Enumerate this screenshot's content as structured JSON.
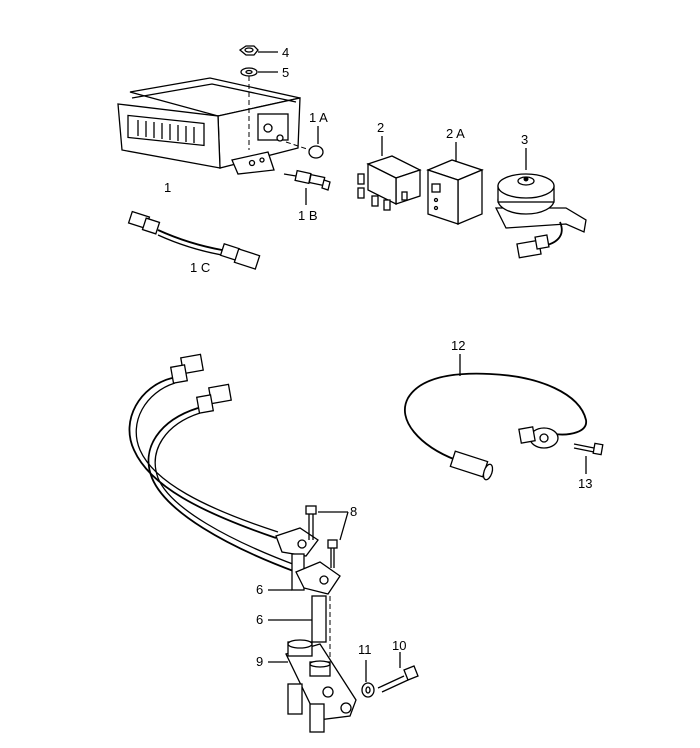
{
  "callouts": {
    "c1": "1",
    "c1A": "1 A",
    "c1B": "1 B",
    "c1C": "1 C",
    "c2": "2",
    "c2A": "2 A",
    "c3": "3",
    "c4": "4",
    "c5": "5",
    "c6a": "6",
    "c6b": "6",
    "c8": "8",
    "c9": "9",
    "c10": "10",
    "c11": "11",
    "c12": "12",
    "c13": "13"
  }
}
